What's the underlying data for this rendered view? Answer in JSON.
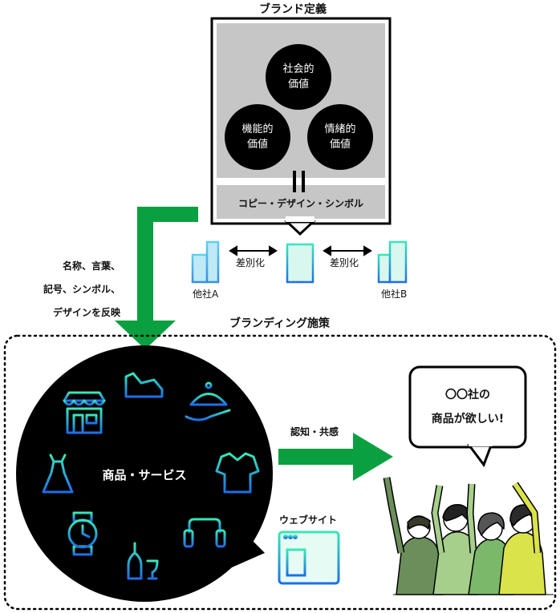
{
  "brand_definition": {
    "title": "ブランド定義",
    "values": [
      {
        "line1": "社会的",
        "line2": "価値"
      },
      {
        "line1": "機能的",
        "line2": "価値"
      },
      {
        "line1": "情緒的",
        "line2": "価値"
      }
    ],
    "equals_symbol": "||",
    "expression_label": "コピー・デザイン・シンボル"
  },
  "differentiation": {
    "label_left": "差別化",
    "label_right": "差別化",
    "competitor_a": "他社A",
    "competitor_b": "他社B",
    "icon": "office-building-icon"
  },
  "reflection_note": {
    "line1": "名称、言葉、",
    "line2": "記号、シンボル、",
    "line3": "デザインを反映"
  },
  "branding_measures": {
    "title": "ブランディング施策",
    "center_label": "商品・サービス",
    "product_icons": [
      "sneaker-icon",
      "shop-icon",
      "food-dish-icon",
      "dress-icon",
      "shirt-icon",
      "watch-icon",
      "sofa-icon",
      "wine-bottle-icon"
    ],
    "website_label": "ウェブサイト",
    "website_icon": "web-page-icon"
  },
  "recognition": {
    "arrow_label": "認知・共感"
  },
  "customer_voice": {
    "line1": "〇〇社の",
    "line2": "商品が欲しい!"
  },
  "colors": {
    "brand_green": "#0aa040",
    "dark_circle": "#000000",
    "gray_panel": "#c6c6c6",
    "icon_gradient_start": "#38e8b8",
    "icon_gradient_end": "#1e6ee6",
    "crowd_green": "#7bb86a"
  }
}
